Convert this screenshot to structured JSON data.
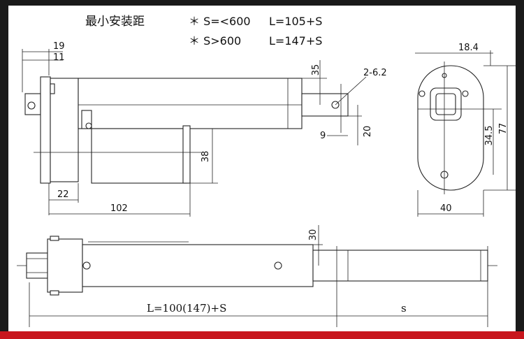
{
  "header": {
    "title": "最小安装距",
    "rule_1": "＊ S=<600",
    "rule_1_l": "L=105+S",
    "rule_2": "＊ S>600",
    "rule_2_l": "L=147+S"
  },
  "top_view": {
    "dim_19": "19",
    "dim_11": "11",
    "dim_35": "35",
    "dim_hole": "2-6.2",
    "dim_9": "9",
    "dim_20": "20",
    "dim_38": "38",
    "dim_22": "22",
    "dim_102": "102"
  },
  "end_view": {
    "dim_18_4": "18.4",
    "dim_34_5": "34.5",
    "dim_77": "77",
    "dim_40": "40"
  },
  "side_view": {
    "dim_30": "30",
    "dim_length": "L=100(147)+S",
    "dim_stroke": "s"
  },
  "colors": {
    "frame": "#1a1a1a",
    "accent_bar": "#c8161d",
    "line": "#222222"
  }
}
